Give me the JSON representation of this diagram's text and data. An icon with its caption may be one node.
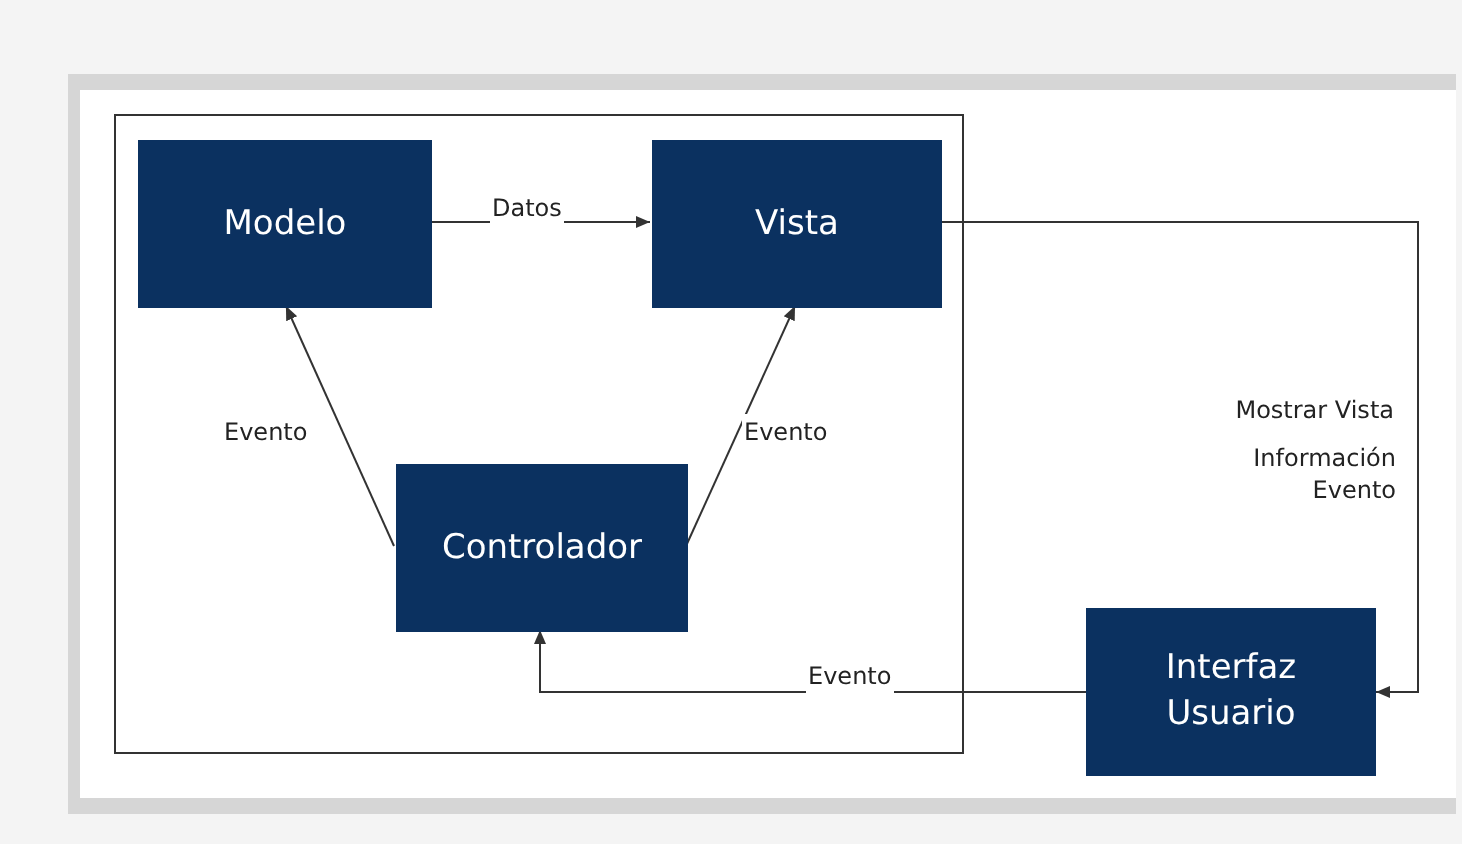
{
  "diagram": {
    "nodes": [
      {
        "text": [],
        "shape": "box"
      },
      {
        "text": [
          "Modelo"
        ],
        "in": 0
      },
      {
        "text": [
          "Vista"
        ],
        "in": 0
      },
      {
        "text": [
          "Controlador"
        ],
        "in": 0
      },
      {
        "text": [
          "Interfaz Usuario"
        ]
      }
    ],
    "edges": [
      {
        "from": 1,
        "to": 2,
        "arrow": "to",
        "label": "Datos"
      },
      {
        "from": 3,
        "to": 1,
        "arrow": "to",
        "label": "Evento"
      },
      {
        "from": 3,
        "to": 2,
        "arrow": "to",
        "label": "Evento"
      },
      {
        "from": 2,
        "to": 4,
        "arrow": "to",
        "label": "Mostrar Vista"
      },
      {
        "from": 4,
        "to": 3,
        "arrow": "to",
        "label": "Evento"
      }
    ],
    "labels": [
      "Información Evento"
    ]
  }
}
